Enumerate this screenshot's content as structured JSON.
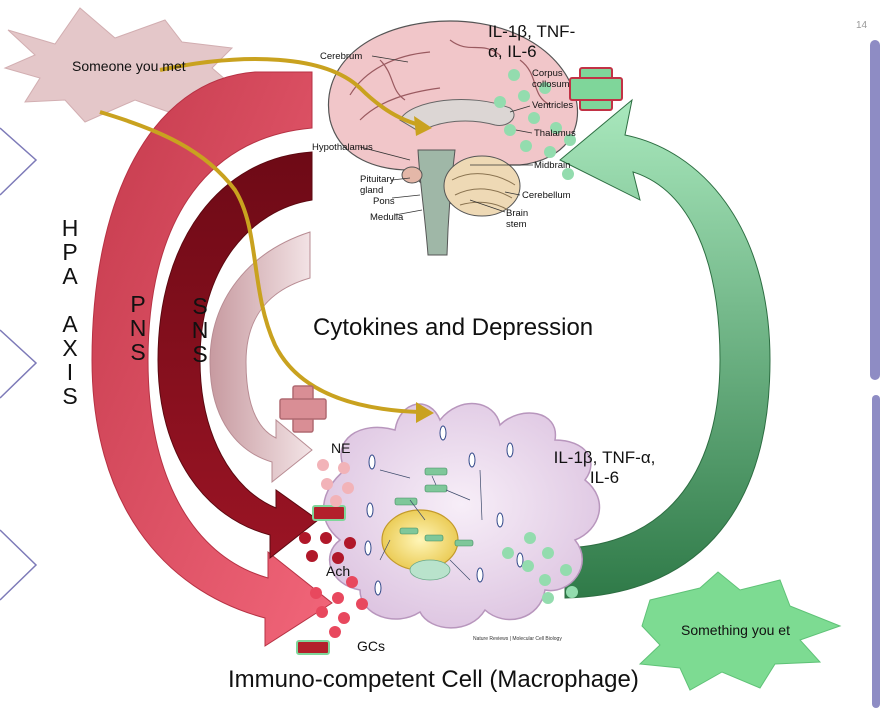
{
  "title": "Cytokines and Depression",
  "page_number": "14",
  "bottom_label": "Immuno-competent Cell (Macrophage)",
  "top_cytokines": "IL-1β, TNF-α, IL-6",
  "right_cytokines": "IL-1β, TNF-α, IL-6",
  "burst_left": "Someone you met",
  "burst_right": "Something you et",
  "axis_labels": {
    "hpa": [
      "H",
      "P",
      "A",
      "",
      "A",
      "X",
      "I",
      "S"
    ],
    "pns": [
      "P",
      "N",
      "S"
    ],
    "sns": [
      "S",
      "N",
      "S"
    ]
  },
  "mediators": {
    "ne": "NE",
    "ach": "Ach",
    "gcs": "GCs"
  },
  "brain_labels": {
    "cerebrum": "Cerebrum",
    "corpus": "Corpus collosum",
    "ventricles": "Ventricles",
    "thalamus": "Thalamus",
    "hypothalamus": "Hypothalamus",
    "pituitary": "Pituitary gland",
    "pons": "Pons",
    "medulla": "Medulla",
    "midbrain": "Midbrain",
    "cerebellum": "Cerebellum",
    "brainstem": "Brain stem"
  },
  "cell_caption": "Nature Reviews | Molecular Cell Biology",
  "colors": {
    "hpa_arrow": "#e8485e",
    "pns_arrow": "#8b1020",
    "sns_arrow": "#d9b8bc",
    "return_arrow": "#4e9a66",
    "pathway_line": "#c9a21f",
    "plus_red": "#d98e95",
    "plus_green": "#7fd69a",
    "minus_red": "#b3202b",
    "minus_green": "#6fc886",
    "dot_red": "#b0182a",
    "dot_pink": "#f2b3b8",
    "dot_green": "#93dcae",
    "side_panel": "#8e8cc4"
  }
}
